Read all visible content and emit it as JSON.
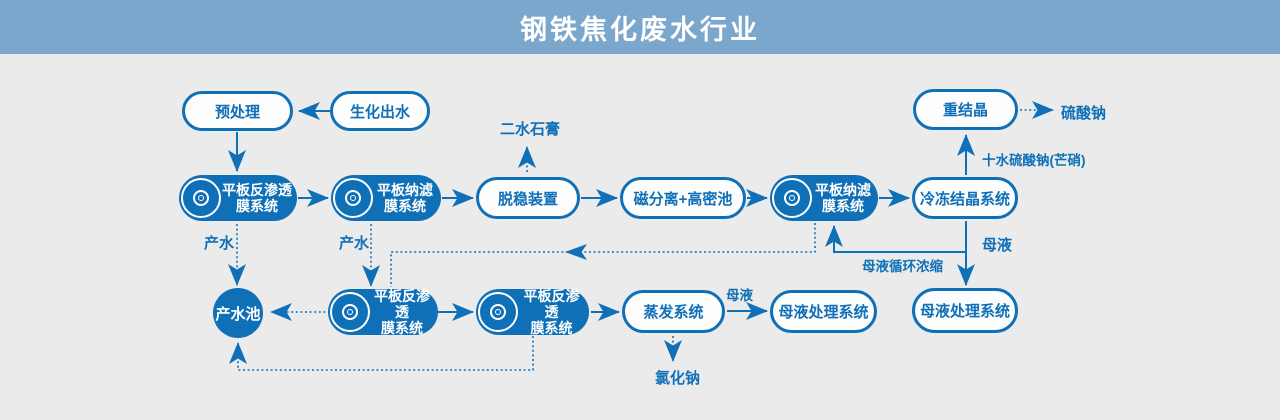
{
  "header": {
    "title": "钢铁焦化废水行业"
  },
  "colors": {
    "accent": "#0f70b8",
    "header_bg": "#7ba7cd",
    "canvas_bg": "#ebebeb",
    "node_fill_white": "#fdfdfd",
    "node_text_white": "#ffffff"
  },
  "icons": {
    "membrane_disc": "double-circle-disc"
  },
  "nodes": {
    "pretreatment": "预处理",
    "biochemical_effluent": "生化出水",
    "flat_ro_membrane": "平板反渗透\n膜系统",
    "flat_nf_membrane": "平板纳滤\n膜系统",
    "destabilization": "脱稳装置",
    "magnetic_separation_pool": "磁分离+高密池",
    "freeze_crystallization": "冷冻结晶系统",
    "recrystallization": "重结晶",
    "product_water_pool": "产水池",
    "evaporation": "蒸发系统",
    "mother_liquor_treatment": "母液处理系统"
  },
  "labels": {
    "dihydrate_gypsum": "二水石膏",
    "sodium_sulfate": "硫酸钠",
    "sodium_sulfate_decahydrate": "十水硫酸钠(芒硝)",
    "product_water": "产水",
    "mother_liquor": "母液",
    "mother_liquor_recycle": "母液循环浓缩",
    "sodium_chloride": "氯化钠"
  }
}
